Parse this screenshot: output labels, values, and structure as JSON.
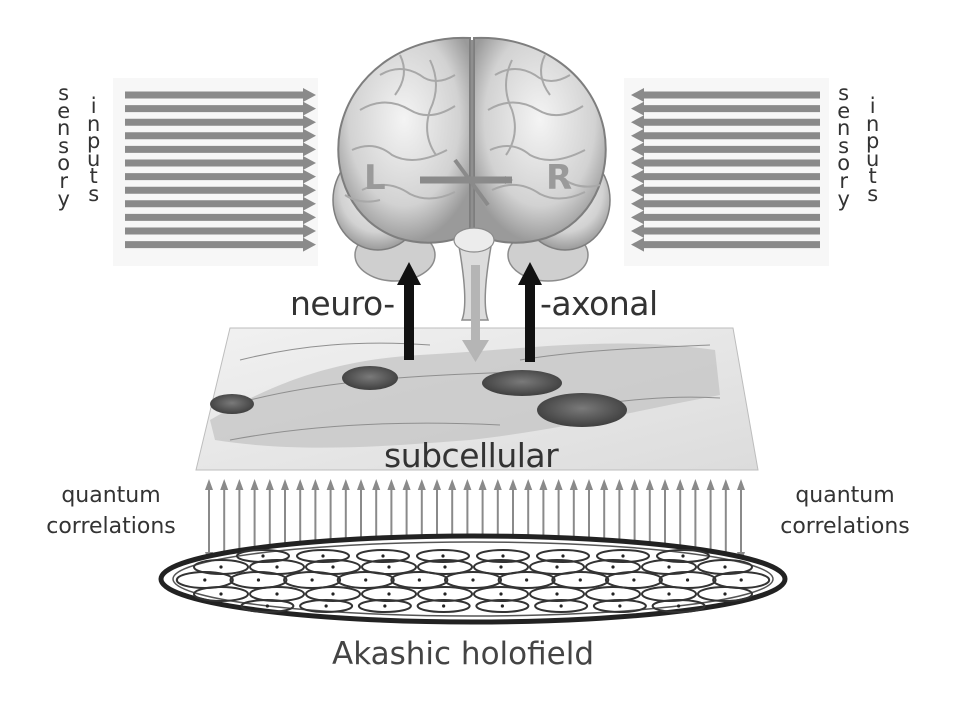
{
  "labels": {
    "sensory_left": "sensory",
    "inputs_left": "inputs",
    "sensory_right": "sensory",
    "inputs_right": "inputs",
    "hemisphere_left": "L",
    "hemisphere_right": "R",
    "neuro": "neuro-",
    "axonal": "-axonal",
    "subcellular": "subcellular",
    "quantum_left_1": "quantum",
    "quantum_left_2": "correlations",
    "quantum_right_1": "quantum",
    "quantum_right_2": "correlations",
    "holofield": "Akashic holofield"
  },
  "colors": {
    "arrow_gray": "#8a8a8a",
    "text": "#333333",
    "axon_black": "#111111"
  }
}
